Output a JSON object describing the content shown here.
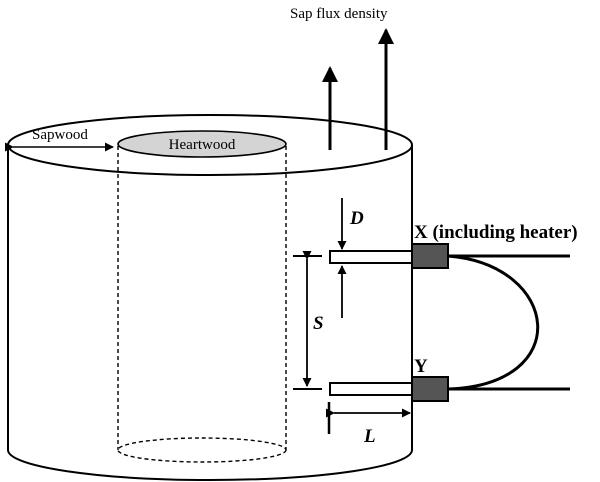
{
  "labels": {
    "sap_flux": "Sap flux density",
    "sapwood": "Sapwood",
    "heartwood": "Heartwood",
    "D": "D",
    "S": "S",
    "L": "L",
    "X": "X (including heater)",
    "Y": "Y"
  },
  "colors": {
    "stroke": "#000000",
    "heartwood_fill": "#d4d4d4",
    "probe_body": "#555555",
    "background": "#ffffff"
  }
}
